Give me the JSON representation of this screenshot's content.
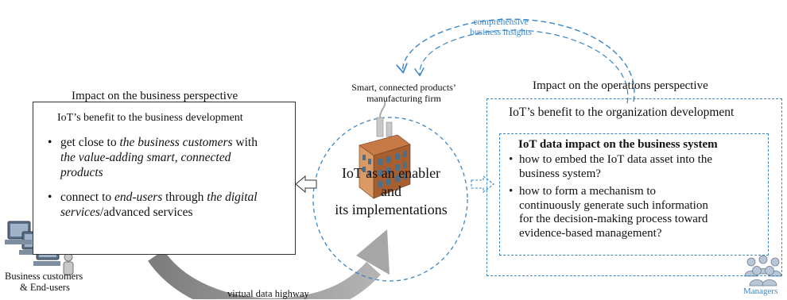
{
  "left": {
    "title": "Impact on the business perspective",
    "subtitle": "IoT’s benefit to the business development",
    "bullet1_line1_a": "get close to ",
    "bullet1_line1_b": "the business customers",
    "bullet1_line1_c": " with",
    "bullet1_line2": "the value-adding smart, connected",
    "bullet1_line3": "products",
    "bullet2_line1_a": "connect to ",
    "bullet2_line1_b": "end-users",
    "bullet2_line1_c": " through ",
    "bullet2_line1_d": "the digital",
    "bullet2_line2_a": "services",
    "bullet2_line2_b": "/advanced services"
  },
  "center": {
    "line1": "IoT as an enabler",
    "line2": "and",
    "line3": "its implementations",
    "factory_caption_line1": "Smart, connected products’",
    "factory_caption_line2": "manufacturing firm",
    "insights_line1": "comprehensive",
    "insights_line2": "business insights",
    "highway": "virtual  data highway"
  },
  "right": {
    "title": "Impact on the operations perspective",
    "subtitle": "IoT’s benefit to the organization development",
    "inner_heading": "IoT data impact on the business system",
    "bullet1_line1": "how to embed the IoT data asset into the",
    "bullet1_line2": "business system?",
    "bullet2_line1": "how to form  a   mechanism  to",
    "bullet2_line2": "continuously generate such information",
    "bullet2_line3": "for the decision-making process toward",
    "bullet2_line4": "evidence-based management?"
  },
  "actors": {
    "customers_line1": "Business  customers",
    "customers_line2": "& End-users",
    "managers": "Managers"
  },
  "bullet_symbol": "•",
  "colors": {
    "dashed_blue": "#3a86c8",
    "arrow_gray": "#9a9a9a",
    "factory_brick": "#b06a3a"
  },
  "icons": [
    "factory-icon",
    "computers-icon",
    "managers-icon"
  ]
}
